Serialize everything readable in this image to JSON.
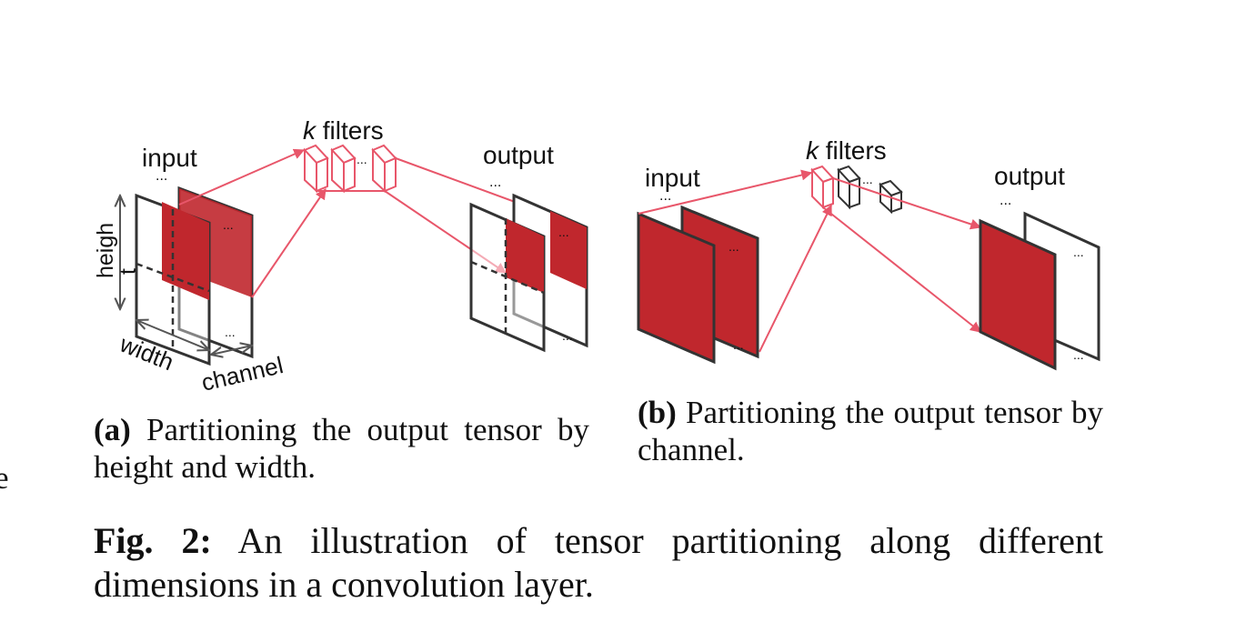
{
  "subfig_a": {
    "labels": {
      "input": "input",
      "filters_k": "k",
      "filters_word": " filters",
      "output": "output",
      "height": "heigh",
      "height_t": "t",
      "width": "width",
      "channel": "channel",
      "ellipsis": "..."
    },
    "caption_tag": "(a)",
    "caption_text": " Partitioning the output tensor by height and width."
  },
  "subfig_b": {
    "labels": {
      "input": "input",
      "filters_k": "k",
      "filters_word": " filters",
      "output": "output",
      "ellipsis": "..."
    },
    "caption_tag": "(b)",
    "caption_text": " Partitioning the output tensor by channel."
  },
  "figure_caption": {
    "tag": "Fig. 2:",
    "text": " An illustration of tensor partitioning along different dimensions in a convolution layer."
  },
  "margin_fragment": "e",
  "colors": {
    "partition_fill": "#c0272d",
    "arrow": "#e8566a",
    "outline": "#333333"
  }
}
